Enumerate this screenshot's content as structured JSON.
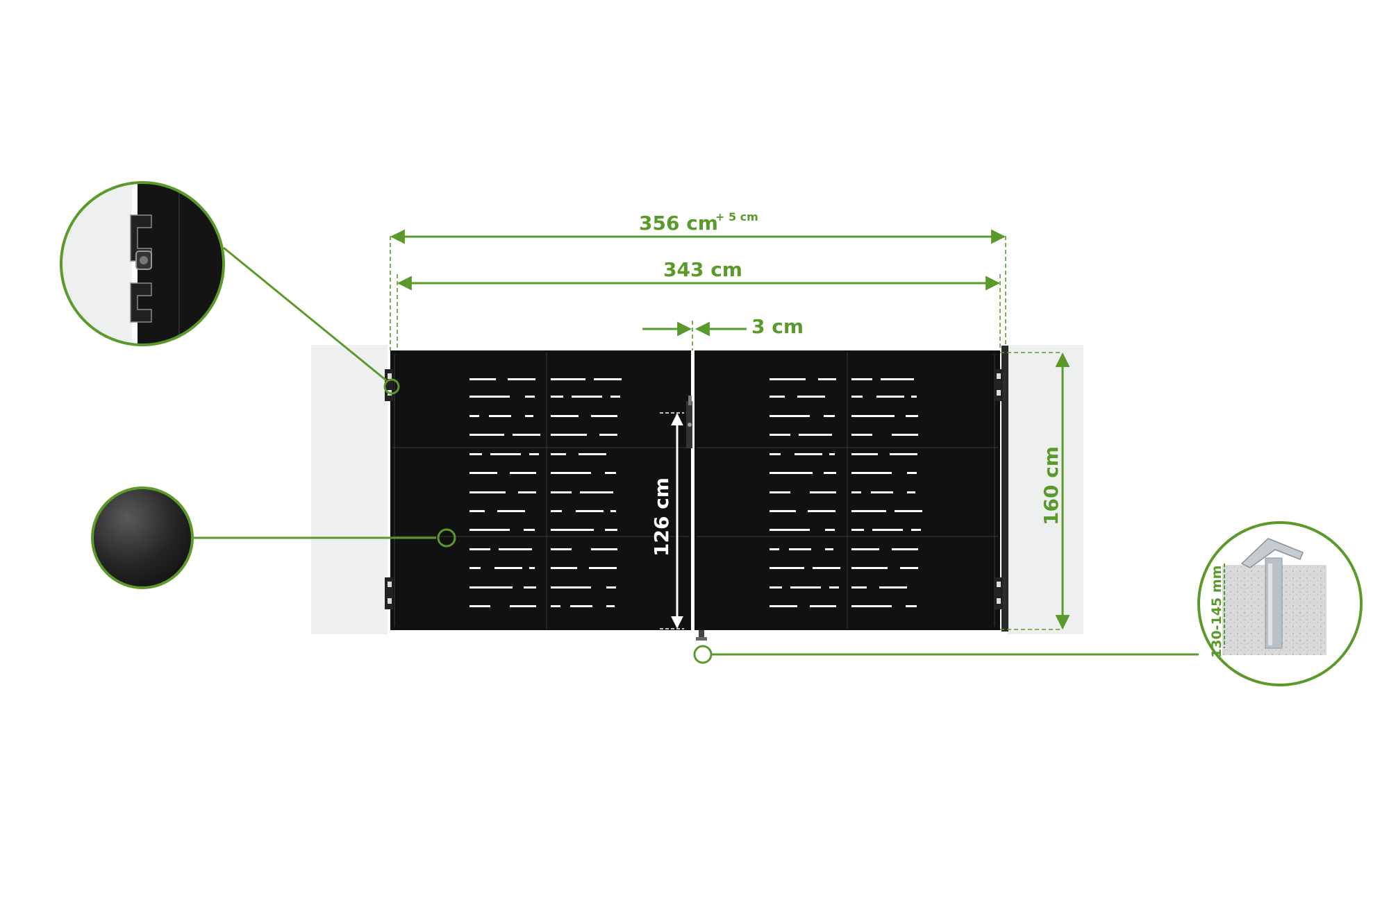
{
  "colors": {
    "accent": "#5a9a2b",
    "gate": "#111111",
    "wall": "#eef0ef",
    "slot": "#ffffff"
  },
  "dimensions": {
    "overall_width": "356 cm",
    "overall_tolerance": "+ 5 cm",
    "gate_width": "343 cm",
    "leaf_gap": "3 cm",
    "lock_height": "126 cm",
    "gate_height": "160 cm",
    "anchor_depth": "130-145 mm"
  },
  "callouts": {
    "hinge_detail": "hinge-detail",
    "color_swatch": "black-color-swatch",
    "ground_anchor": "ground-anchor-detail"
  }
}
